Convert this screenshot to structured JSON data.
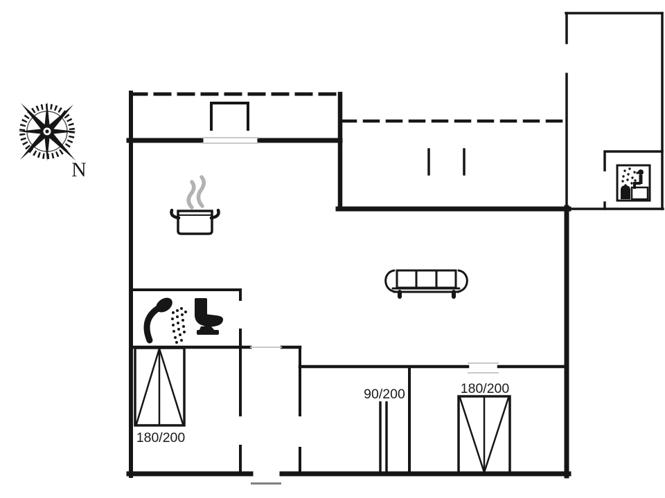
{
  "plan": {
    "compass_label": "N",
    "wardrobe_left_label": "180/200",
    "hall_door_label": "90/200",
    "wardrobe_right_label": "180/200"
  },
  "colors": {
    "wall": "#161616",
    "text": "#1a1a1a",
    "steam_gray": "#b2b2b2",
    "window_gray": "#c9c9c9",
    "sill_gray": "#7a7a7a",
    "background": "#ffffff"
  },
  "icons": {
    "compass": "compass-rose-icon",
    "kitchen": "cooking-pot-icon",
    "bathroom_shower": "shower-icon",
    "bathroom_toilet": "toilet-icon",
    "living_room": "sofa-icon",
    "sauna": "sauna-icon",
    "closets": "wardrobe-icon"
  }
}
